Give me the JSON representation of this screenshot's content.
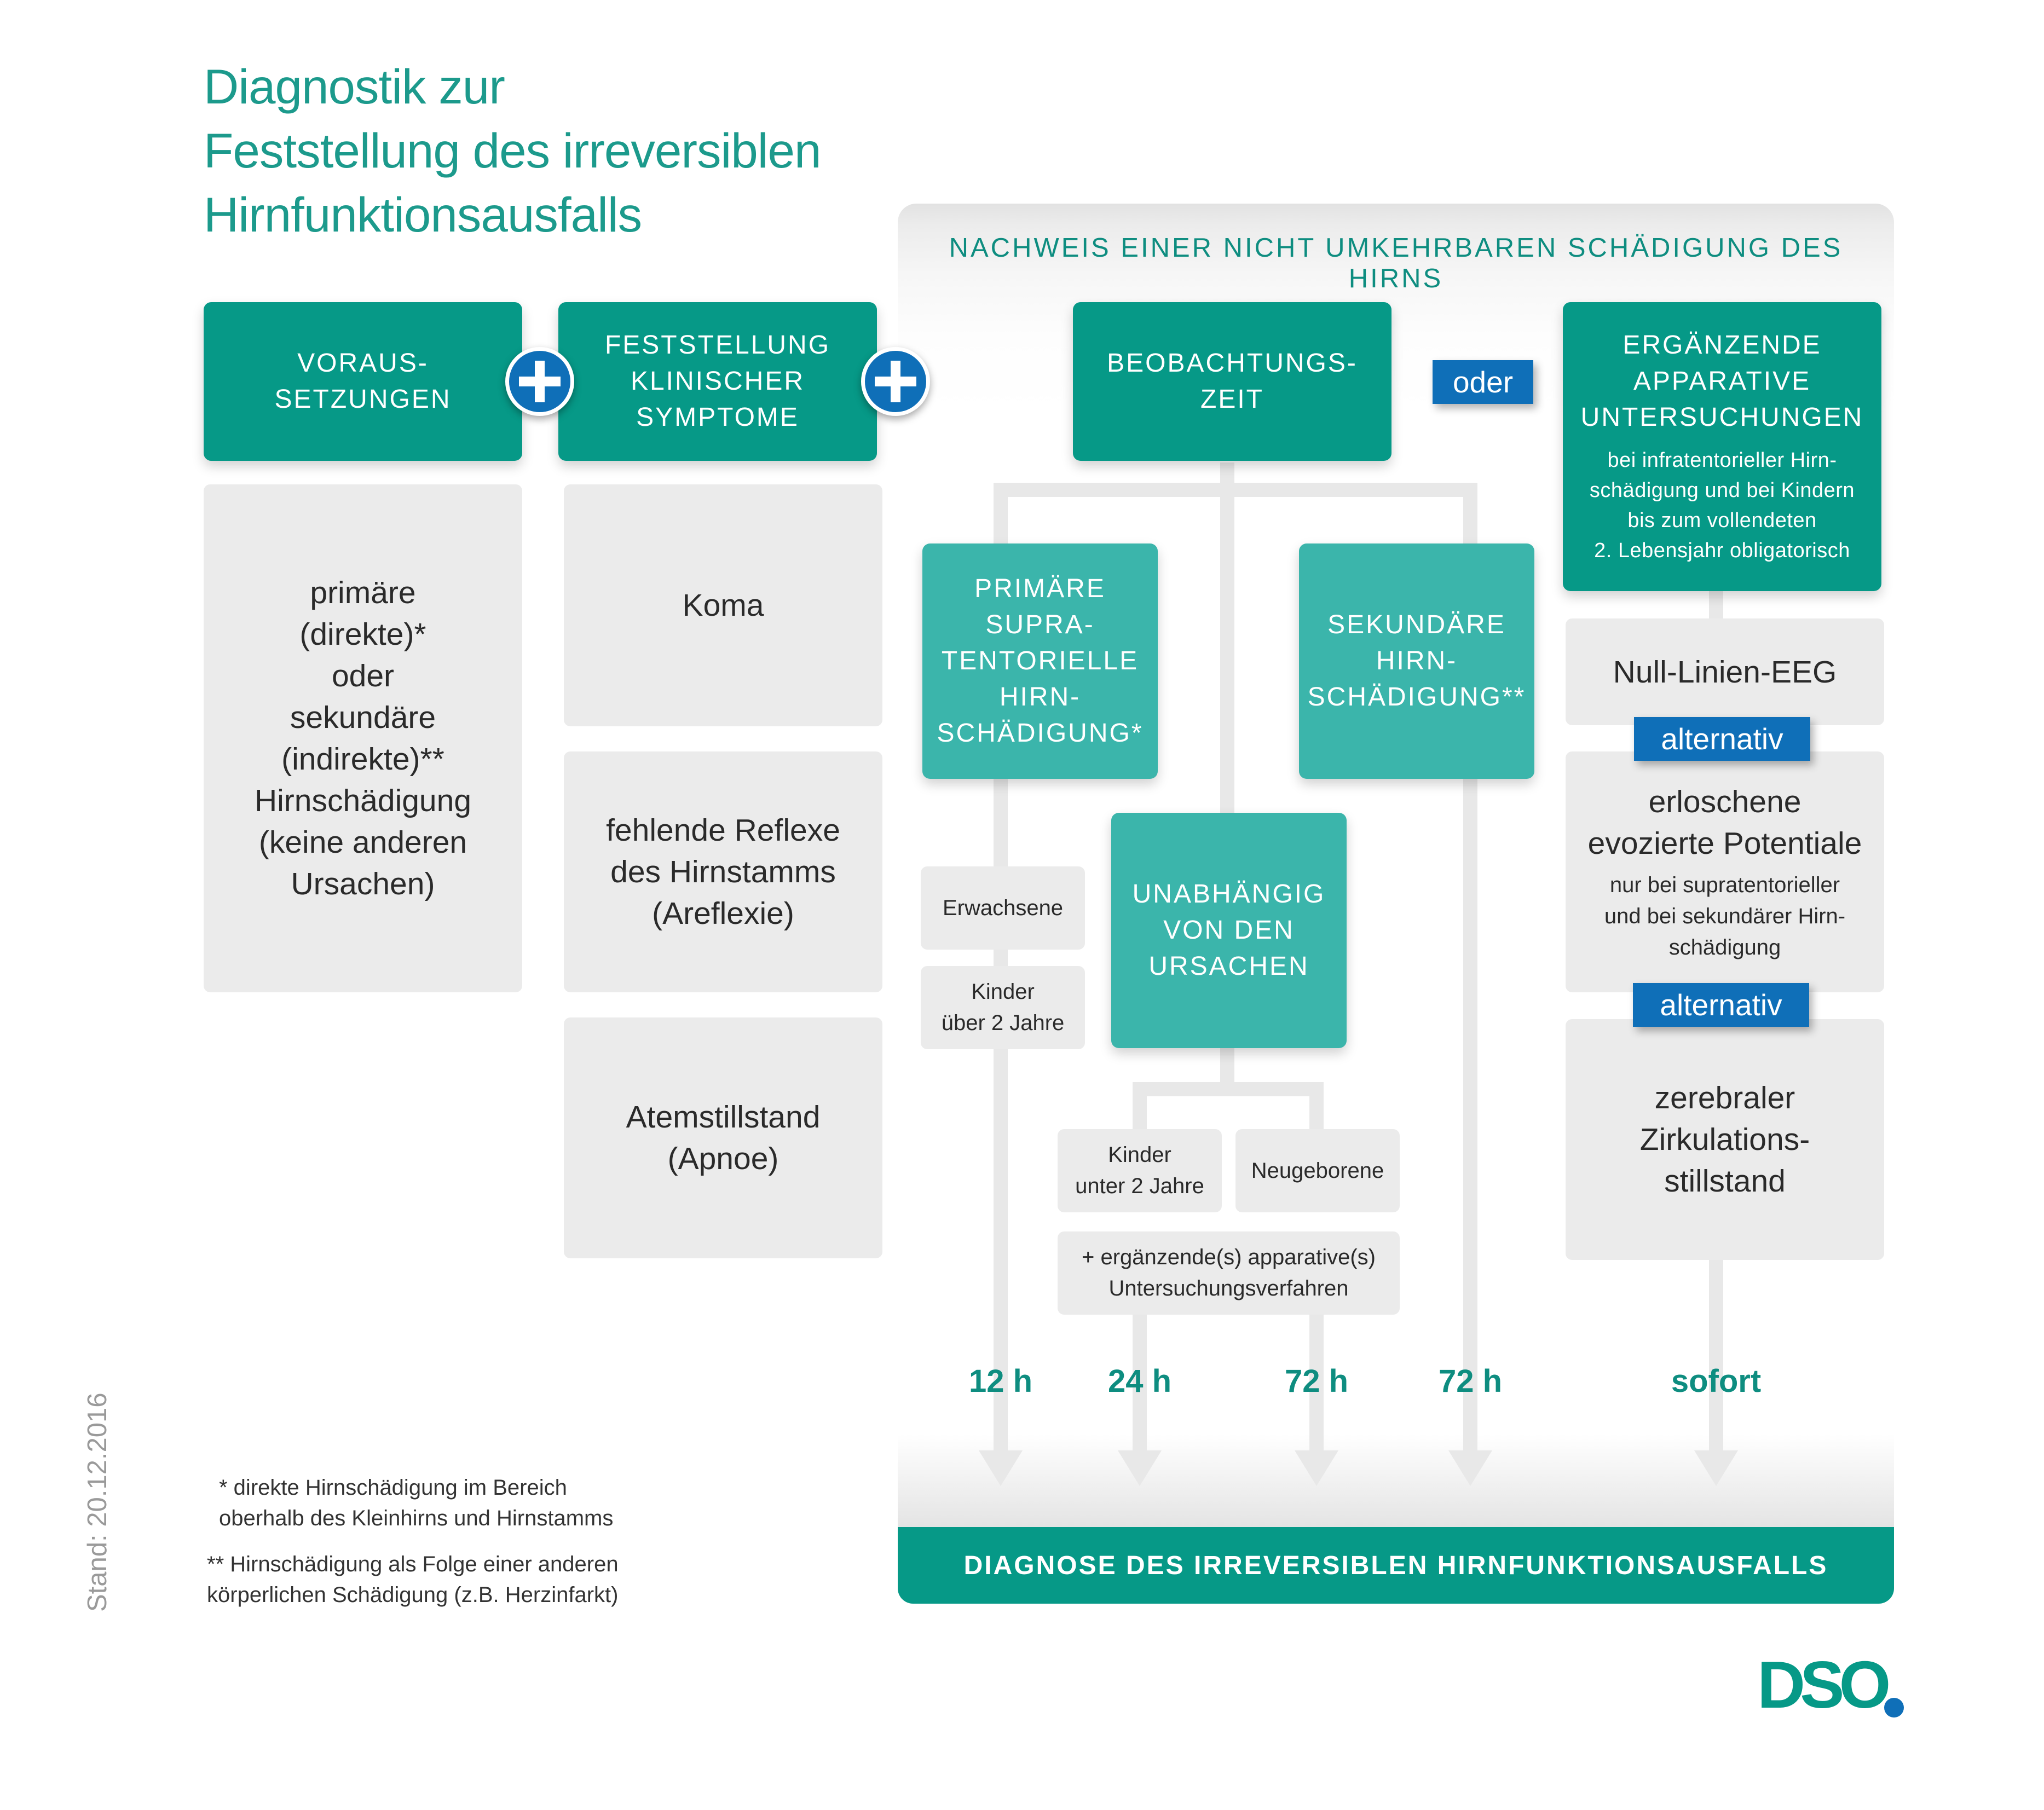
{
  "title": "Diagnostik zur\nFeststellung des irreversiblen\nHirnfunktionsausfalls",
  "panel_title": "NACHWEIS EINER NICHT UMKEHRBAREN SCHÄDIGUNG DES HIRNS",
  "voraussetzungen": {
    "header": "VORAUS-\nSETZUNGEN",
    "content": "primäre\n(direkte)*\noder\nsekundäre\n(indirekte)**\nHirnschädigung\n(keine anderen\nUrsachen)"
  },
  "klinische_symptome": {
    "header": "FESTSTELLUNG\nKLINISCHER\nSYMPTOME",
    "items": [
      "Koma",
      "fehlende Reflexe\ndes Hirnstamms\n(Areflexie)",
      "Atemstillstand\n(Apnoe)"
    ]
  },
  "plus_symbol": "+",
  "beobachtungszeit": "BEOBACHTUNGS-\nZEIT",
  "oder": "oder",
  "ergaenzende": {
    "header": "ERGÄNZENDE\nAPPARATIVE\nUNTERSUCHUNGEN",
    "note": "bei infratentorieller Hirn-\nschädigung und bei Kindern\nbis zum vollendeten\n2. Lebensjahr obligatorisch",
    "null_linien": "Null-Linien-EEG",
    "alternativ": "alternativ",
    "evozierte": "erloschene\nevozierte Potentiale",
    "evozierte_note": "nur bei supratentorieller\nund bei sekundärer Hirn-\nschädigung",
    "zerebral": "zerebraler\nZirkulations-\nstillstand"
  },
  "primaere": "PRIMÄRE\nSUPRA-\nTENTORIELLE\nHIRN-\nSCHÄDIGUNG*",
  "sekundaere": "SEKUNDÄRE\nHIRN-\nSCHÄDIGUNG**",
  "unabhaengig": "UNABHÄNGIG\nVON DEN\nURSACHEN",
  "erwachsene": "Erwachsene",
  "kinder_ueber": "Kinder\nüber 2 Jahre",
  "kinder_unter": "Kinder\nunter 2 Jahre",
  "neugeborene": "Neugeborene",
  "ergaenzende_verfahren": "+ ergänzende(s) apparative(s)\nUntersuchungsverfahren",
  "times": [
    "12 h",
    "24 h",
    "72 h",
    "72 h",
    "sofort"
  ],
  "diagnose": "DIAGNOSE DES IRREVERSIBLEN HIRNFUNKTIONSAUSFALLS",
  "footnote1": "* direkte Hirnschädigung im Bereich\n   oberhalb des Kleinhirns und Hirnstamms",
  "footnote2": "** Hirnschädigung als Folge einer anderen\n     körperlichen Schädigung (z.B. Herzinfarkt)",
  "stand": "Stand: 20.12.2016",
  "logo": "DSO",
  "colors": {
    "dark_teal": "#069987",
    "light_teal": "#3bb5ab",
    "blue": "#0f6fb8",
    "grey_box": "#ebebeb"
  }
}
